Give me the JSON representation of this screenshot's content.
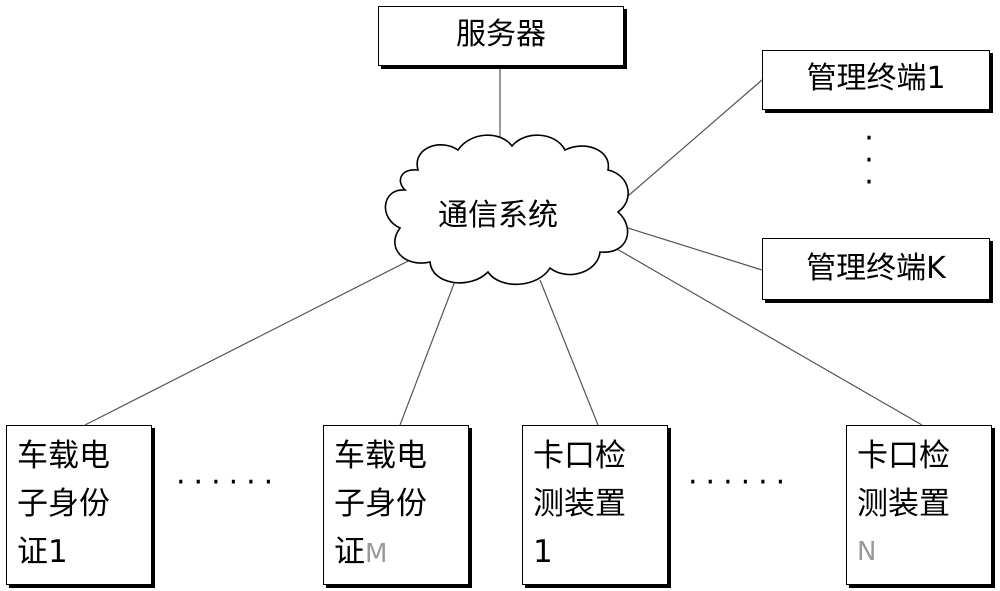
{
  "nodes": {
    "server": "服务器",
    "network": "通信系统",
    "mgmt_first": "管理终端1",
    "mgmt_last": "管理终端K",
    "vehicle_first": {
      "line1": "车载电",
      "line2": "子身份",
      "line3": "证1"
    },
    "vehicle_last": {
      "line1": "车载电",
      "line2": "子身份",
      "line3_text": "证",
      "line3_index": "M"
    },
    "checkpoint_first": {
      "line1": "卡口检",
      "line2": "测装置",
      "line3": "1"
    },
    "checkpoint_last": {
      "line1": "卡口检",
      "line2": "测装置",
      "line3": "N"
    }
  },
  "ellipsis": {
    "horizontal": "······",
    "vertical": [
      "·",
      "·",
      "·"
    ]
  }
}
